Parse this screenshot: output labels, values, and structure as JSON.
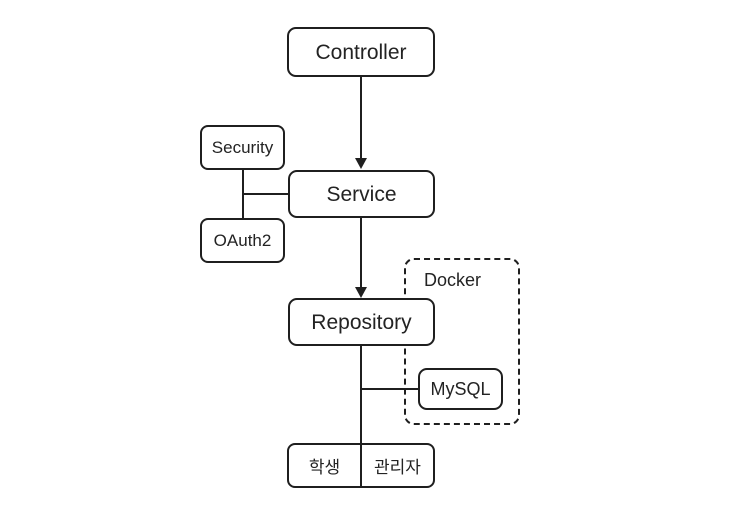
{
  "diagram": {
    "title": "Layered application architecture with Docker and roles",
    "background_color": "#ffffff",
    "line_color": "#1f1f1f",
    "text_color": "#232323",
    "nodes": {
      "controller": {
        "label": "Controller"
      },
      "service": {
        "label": "Service"
      },
      "repository": {
        "label": "Repository"
      },
      "security": {
        "label": "Security"
      },
      "oauth2": {
        "label": "OAuth2"
      },
      "mysql": {
        "label": "MySQL"
      }
    },
    "groups": {
      "docker": {
        "label": "Docker",
        "style": "dashed"
      }
    },
    "roles_box": {
      "cells": [
        {
          "label": "학생"
        },
        {
          "label": "관리자"
        }
      ]
    },
    "edges": [
      {
        "from": "controller",
        "to": "service",
        "arrow": "down"
      },
      {
        "from": "service",
        "to": "repository",
        "arrow": "down"
      },
      {
        "from": "security",
        "to": "oauth2",
        "arrow": "none"
      },
      {
        "from": "security",
        "to": "service",
        "arrow": "none"
      },
      {
        "from": "repository",
        "to": "mysql",
        "arrow": "none"
      },
      {
        "from": "repository",
        "to": "roles_box",
        "arrow": "none"
      }
    ]
  }
}
